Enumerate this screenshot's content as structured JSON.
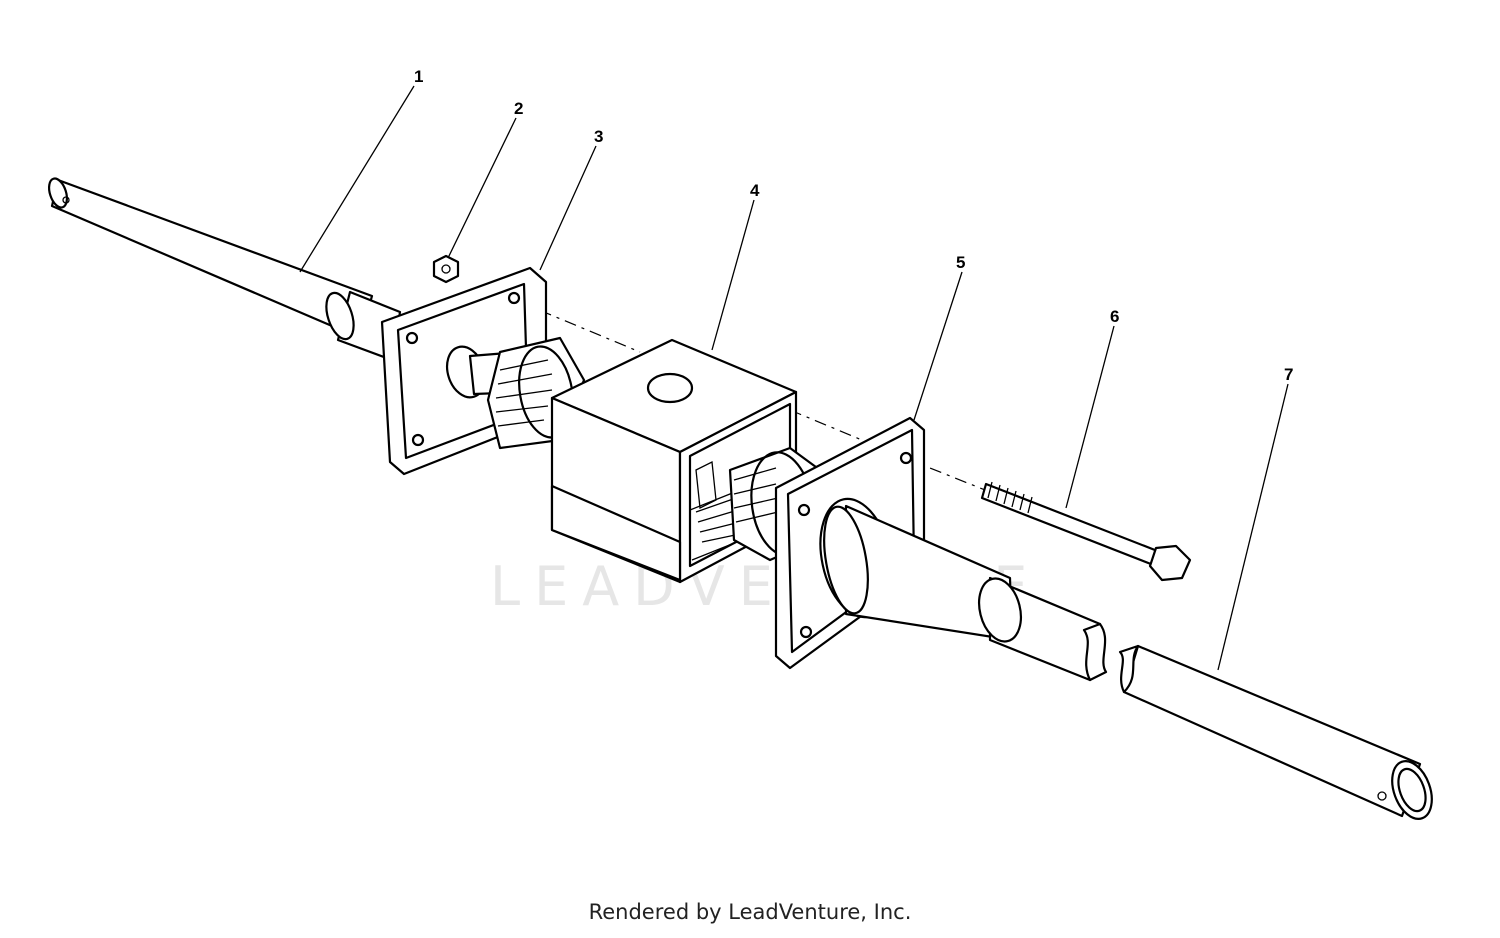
{
  "diagram": {
    "callouts": [
      {
        "id": "1",
        "label": "1"
      },
      {
        "id": "2",
        "label": "2"
      },
      {
        "id": "3",
        "label": "3"
      },
      {
        "id": "4",
        "label": "4"
      },
      {
        "id": "5",
        "label": "5"
      },
      {
        "id": "6",
        "label": "6"
      },
      {
        "id": "7",
        "label": "7"
      }
    ],
    "watermark": "LEADVENTURE"
  },
  "footer": {
    "credit": "Rendered by LeadVenture, Inc."
  }
}
